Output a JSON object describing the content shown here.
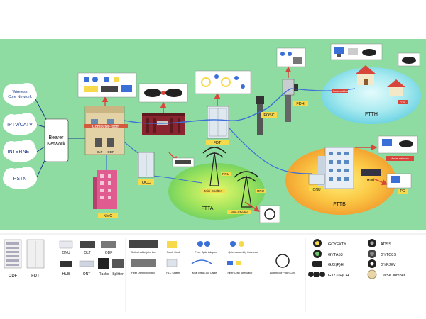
{
  "network": {
    "clouds": [
      "Wireless Core Network",
      "IPTV/CATV",
      "INTERNET",
      "PSTN"
    ],
    "wireless_line2": "Core Network",
    "wireless_line1": "Wireless",
    "bearer_line1": "Bearer",
    "bearer_line2": "Network",
    "computer_room": "Computer-room",
    "olt": "OLT",
    "odf": "ODF",
    "nmc": "NMC",
    "fdt": "FDT",
    "fosc": "FOSC",
    "fdh": "FDH",
    "occ": "OCC",
    "rru1": "RRU",
    "rru2": "RRU",
    "mini_shelter1": "Mini-Shelter",
    "mini_shelter2": "Mini-Shelter",
    "ftta": "FTTA",
    "ftth": "FTTH",
    "fttb": "FTTB",
    "onu": "ONU",
    "hub": "HUB",
    "pc": "PC",
    "home_network": "Home network",
    "household_box": "Household box",
    "otb": "OTB"
  },
  "legend": {
    "equipment": {
      "odf": "ODF",
      "fdt": "FDT",
      "onu": "ONU",
      "olt": "OLT",
      "odf2": "ODF",
      "hub": "HUB",
      "ont": "ONT",
      "racks": "Racks",
      "splitter": "Splitter"
    },
    "accessories": {
      "optical_joint_box": "Optical cable joint box",
      "fiber_dist_box": "Fiber Distribution Box",
      "patch_cord": "Patch Cord",
      "plc_splitter": "PLC Splitter",
      "fiber_adapter": "Fiber Optic Adapter",
      "multi_breakout": "Multi Break-out Cable",
      "quick_connector": "Quick Assembly Connector",
      "fiber_attenuator": "Fiber Optic Attenuator",
      "waterproof_patch": "Waterproof Patch Cord"
    },
    "cables": {
      "gcyfxty": "GCYFXTY",
      "gyta53": "GYTA53",
      "gjxh": "GJX(F)H",
      "gjyxch": "GJYX(F)CH",
      "adss": "ADSS",
      "gytc8s": "GYTC8S",
      "gyfjev": "GYFJEV",
      "cat5e": "Cat5e Jumper"
    }
  },
  "colors": {
    "background": "#8fdca3",
    "ftta_zone": "#7cd86a",
    "fttb_zone": "#f6b03a",
    "ftth_zone": "#88e0e8",
    "cable_red": "#d8453a",
    "cable_blue": "#3a6fd8",
    "rack_red": "#8a2530",
    "building_pink": "#e05b8f"
  }
}
